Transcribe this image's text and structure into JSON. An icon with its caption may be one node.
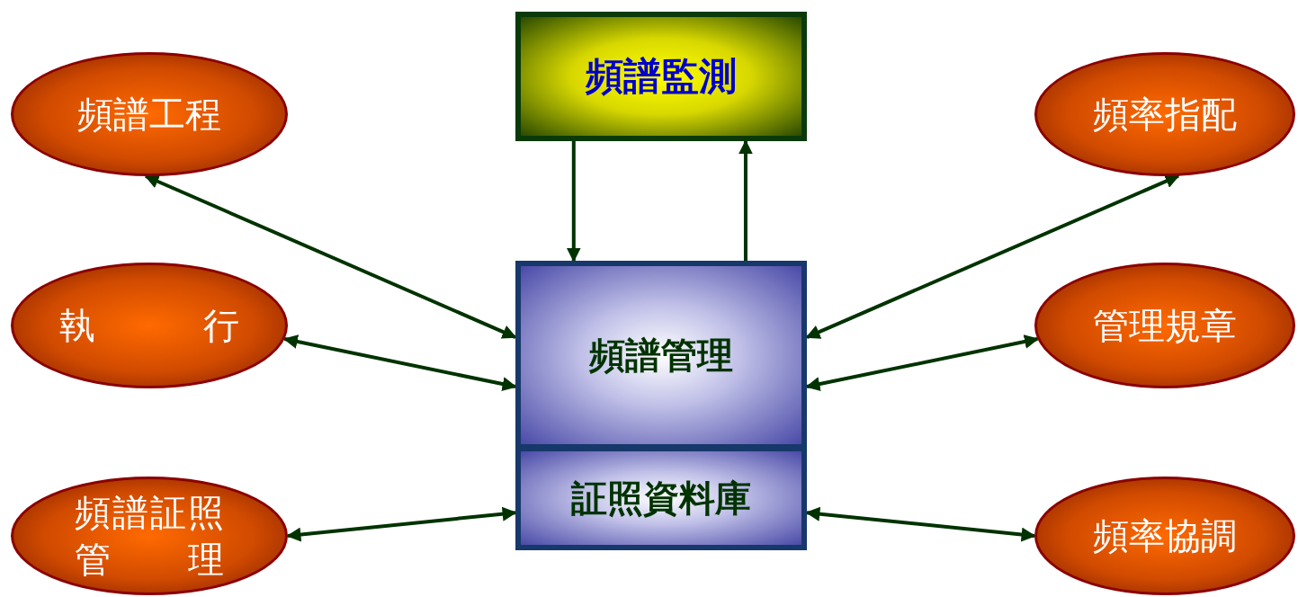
{
  "diagram": {
    "nodes": [
      {
        "text": [
          "頻譜監測"
        ]
      },
      {
        "text": [
          "頻譜工程"
        ]
      },
      {
        "text": [
          "頻率指配"
        ]
      },
      {
        "text": [
          "執行"
        ]
      },
      {
        "text": [
          "頻譜管理"
        ]
      },
      {
        "text": [
          "管理規章"
        ]
      },
      {
        "text": [
          "頻譜証照管理"
        ]
      },
      {
        "text": [
          "証照資料庫"
        ]
      },
      {
        "text": [
          "頻率協調"
        ]
      }
    ],
    "edges": [
      {
        "from": 0,
        "to": 4,
        "arrow": "to"
      },
      {
        "from": 4,
        "to": 0,
        "arrow": "to"
      },
      {
        "from": 1,
        "to": 4,
        "arrow": "both"
      },
      {
        "from": 2,
        "to": 4,
        "arrow": "both"
      },
      {
        "from": 3,
        "to": 4,
        "arrow": "both"
      },
      {
        "from": 5,
        "to": 4,
        "arrow": "both"
      },
      {
        "from": 6,
        "to": 7,
        "arrow": "both"
      },
      {
        "from": 8,
        "to": 7,
        "arrow": "both"
      }
    ]
  }
}
